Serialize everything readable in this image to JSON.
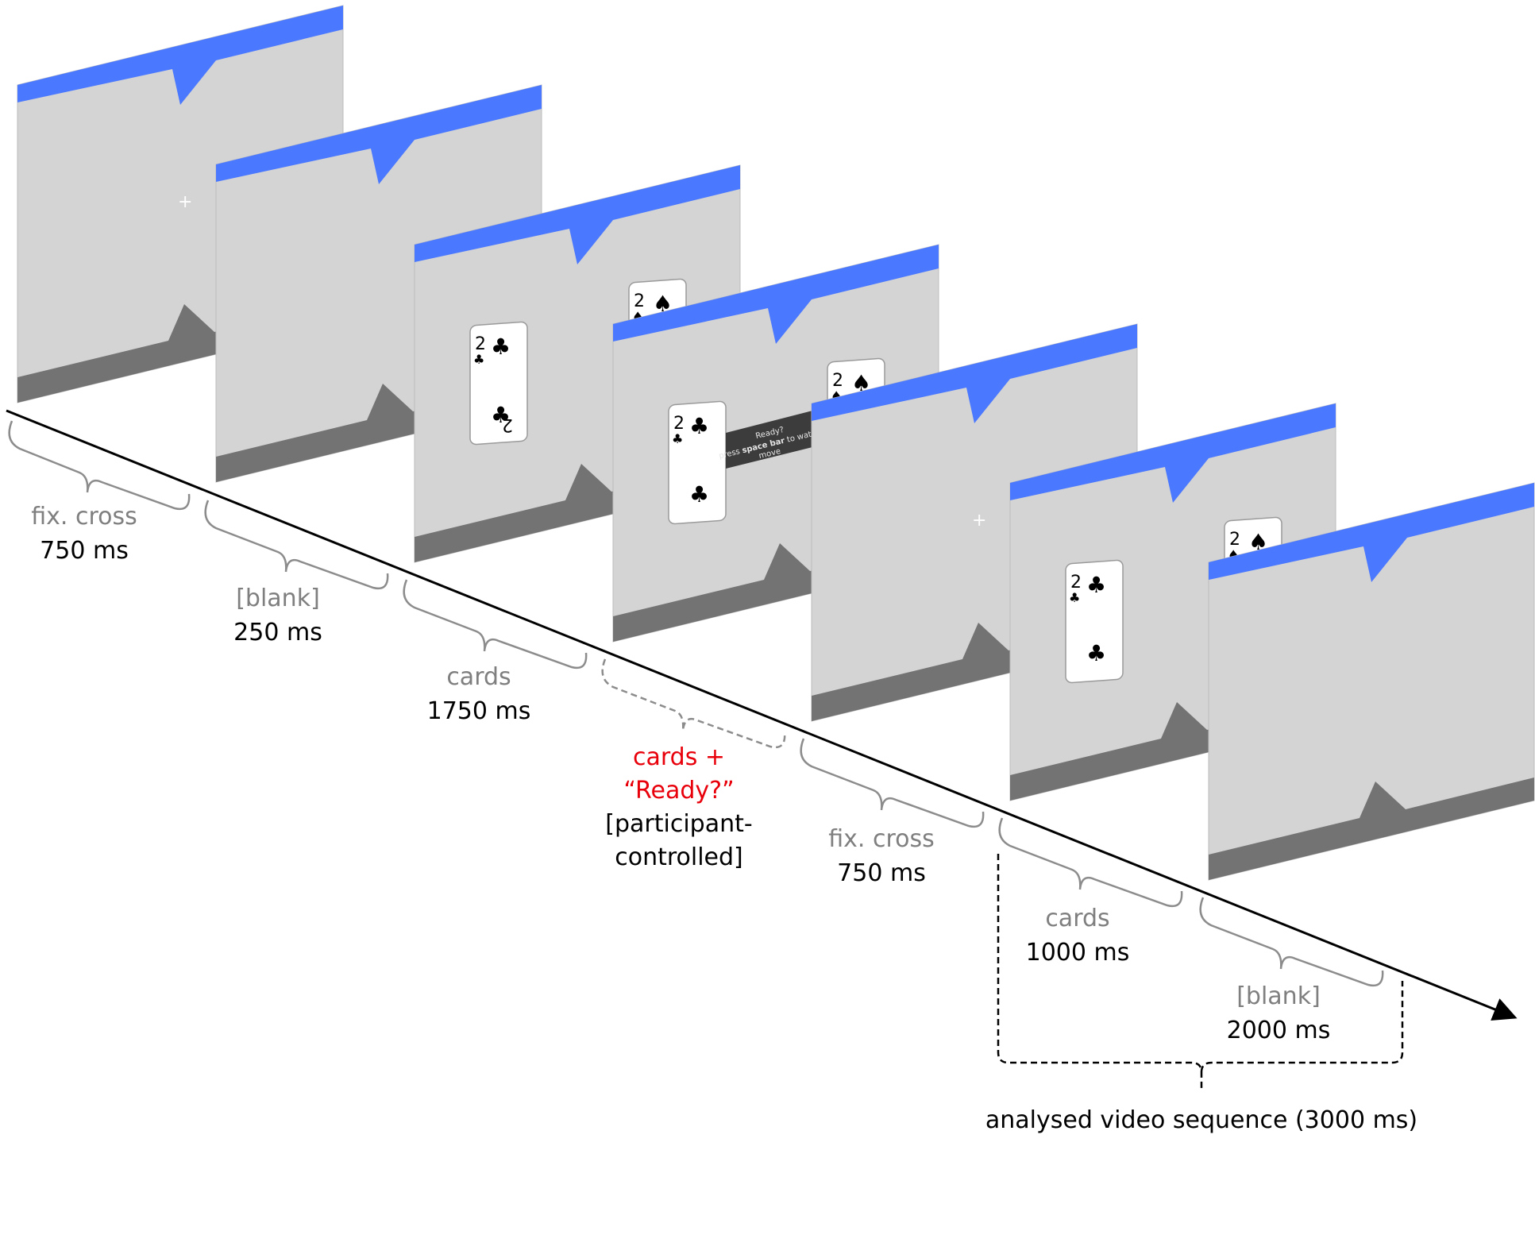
{
  "screens": [
    {
      "id": "s1",
      "content": "fix-cross",
      "cross": "+"
    },
    {
      "id": "s2",
      "content": "blank"
    },
    {
      "id": "s3",
      "content": "cards"
    },
    {
      "id": "s4",
      "content": "cards-ready"
    },
    {
      "id": "s5",
      "content": "fix-cross",
      "cross": "+"
    },
    {
      "id": "s6",
      "content": "cards"
    },
    {
      "id": "s7",
      "content": "blank"
    }
  ],
  "card_left": {
    "rank": "2",
    "suit": "♣"
  },
  "card_right": {
    "rank": "2",
    "suit": "♠"
  },
  "ready_popup": {
    "line1": "Ready?",
    "line2_prefix": "press ",
    "line2_bold": "space bar",
    "line2_suffix": " to watch",
    "line3": "move"
  },
  "phases": [
    {
      "name": "fix. cross",
      "duration": "750 ms"
    },
    {
      "name": "[blank]",
      "duration": "250 ms"
    },
    {
      "name": "cards",
      "duration": "1750 ms"
    },
    {
      "name_line1": "cards +",
      "name_line2": "“Ready?”",
      "duration_line1": "[participant-",
      "duration_line2": "controlled]"
    },
    {
      "name": "fix. cross",
      "duration": "750 ms"
    },
    {
      "name": "cards",
      "duration": "1000 ms"
    },
    {
      "name": "[blank]",
      "duration": "2000 ms"
    }
  ],
  "analysed_label": "analysed video sequence (3000 ms)",
  "colors": {
    "screen_bg": "#d4d4d4",
    "top_bar": "#4a78ff",
    "floor": "#737373",
    "brace": "#8c8c8c",
    "highlight_text": "#e8000b"
  }
}
